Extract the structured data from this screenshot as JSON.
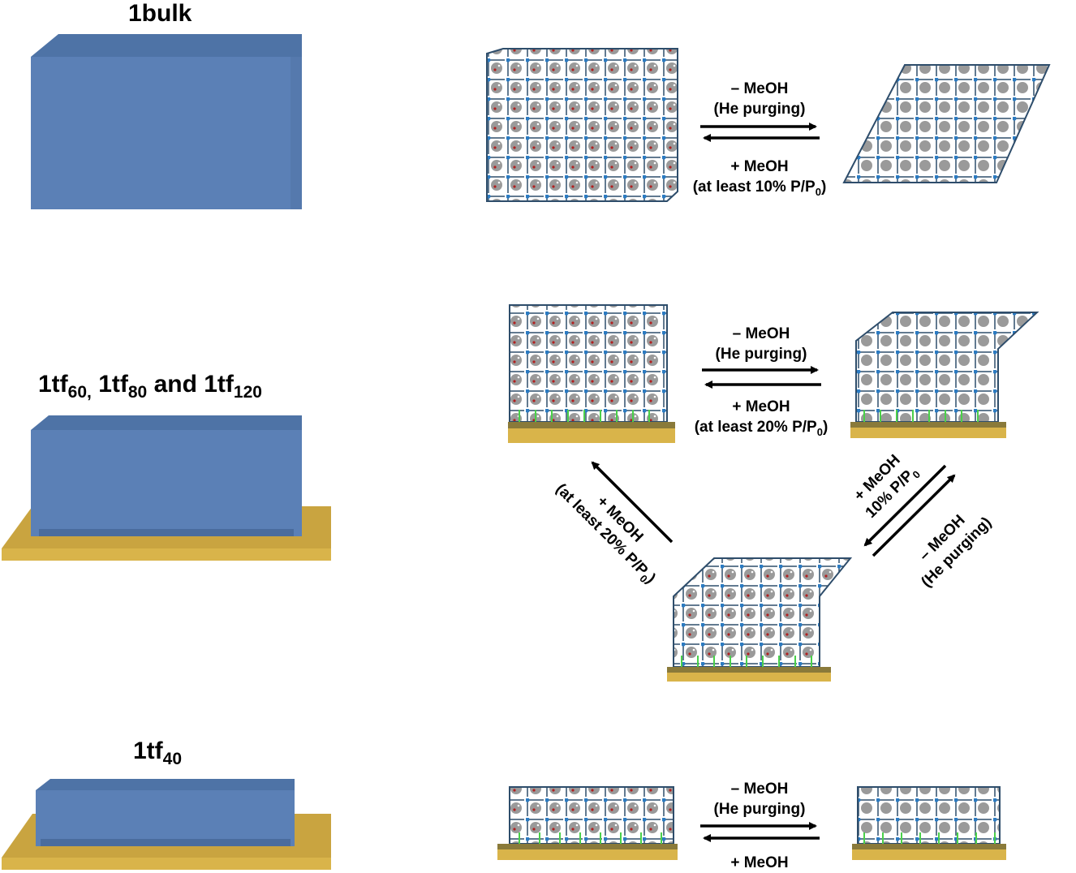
{
  "titles": {
    "bulk": "1bulk",
    "tf_mid": {
      "part1": "1tf",
      "sub1": "60,",
      "part2": " 1tf",
      "sub2": "80",
      "part3": " and 1tf",
      "sub3": "120"
    },
    "tf40": {
      "main": "1tf",
      "sub": "40"
    }
  },
  "row1": {
    "forward_line1": "– MeOH",
    "forward_line2": "(He purging)",
    "reverse_line1": "+ MeOH",
    "reverse_line2": "(at least 10% P/P",
    "reverse_sub": "0",
    "reverse_close": ")"
  },
  "row2": {
    "forward_line1": "– MeOH",
    "forward_line2": "(He purging)",
    "reverse_line1": "+ MeOH",
    "reverse_line2": "(at least 20% P/P",
    "reverse_sub": "0",
    "reverse_close": ")",
    "left_diag_line1": "+ MeOH",
    "left_diag_line2": "(at least 20% P/P",
    "left_diag_sub": "0",
    "left_diag_close": ")",
    "right_diag_up_line1": "+ MeOH",
    "right_diag_up_line2": "10% P/P",
    "right_diag_up_sub": "0",
    "right_diag_down_line1": "– MeOH",
    "right_diag_down_line2": "(He purging)"
  },
  "row3": {
    "forward_line1": "– MeOH",
    "forward_line2": "(He purging)",
    "reverse_line1": "+ MeOH"
  },
  "colors": {
    "block_front": "#5b80b6",
    "block_top": "#4f74a8",
    "substrate": "#d9b44a",
    "framework": "#8c8c8c",
    "node": "#2b7bc2"
  }
}
